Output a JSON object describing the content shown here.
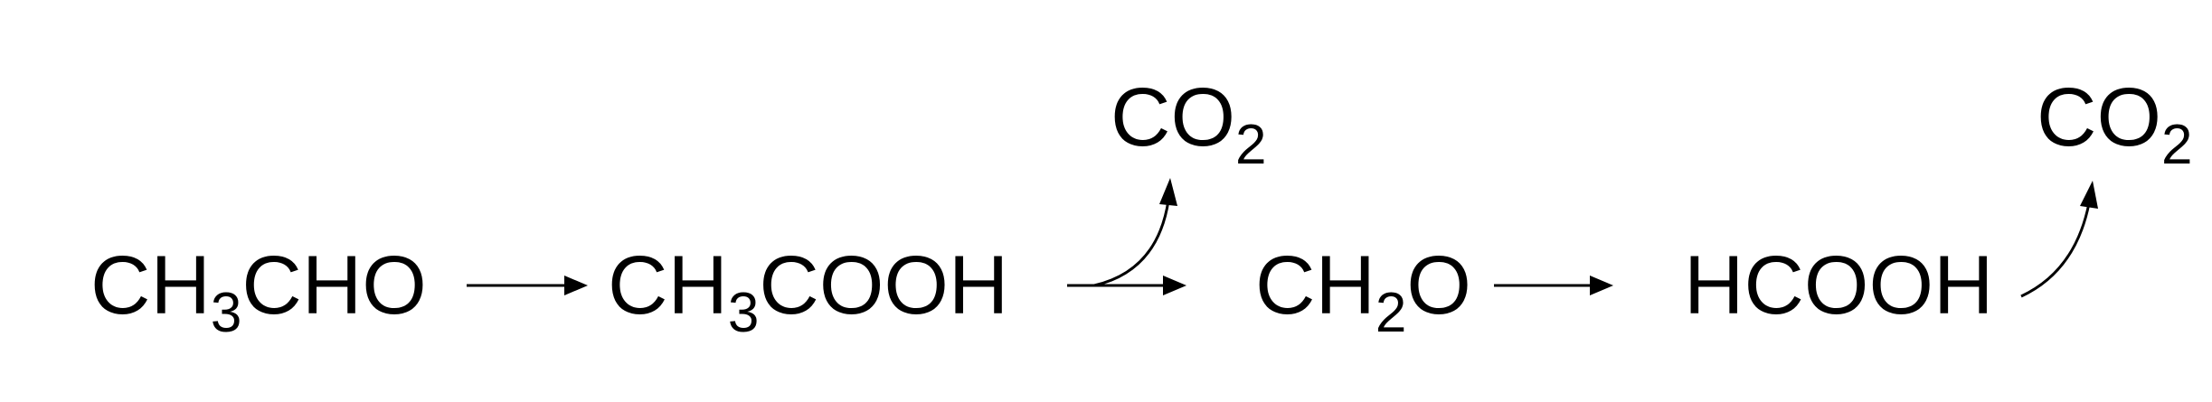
{
  "diagram": {
    "compounds": {
      "acetaldehyde": {
        "pre": "CH",
        "sub": "3",
        "post": "CHO"
      },
      "acetic_acid": {
        "pre": "CH",
        "sub": "3",
        "post": "COOH"
      },
      "formaldehyde": {
        "pre": "CH",
        "sub": "2",
        "post": "O"
      },
      "formic_acid": {
        "text": "HCOOH"
      },
      "co2_first": {
        "pre": "CO",
        "sub": "2"
      },
      "co2_second": {
        "pre": "CO",
        "sub": "2"
      }
    }
  }
}
